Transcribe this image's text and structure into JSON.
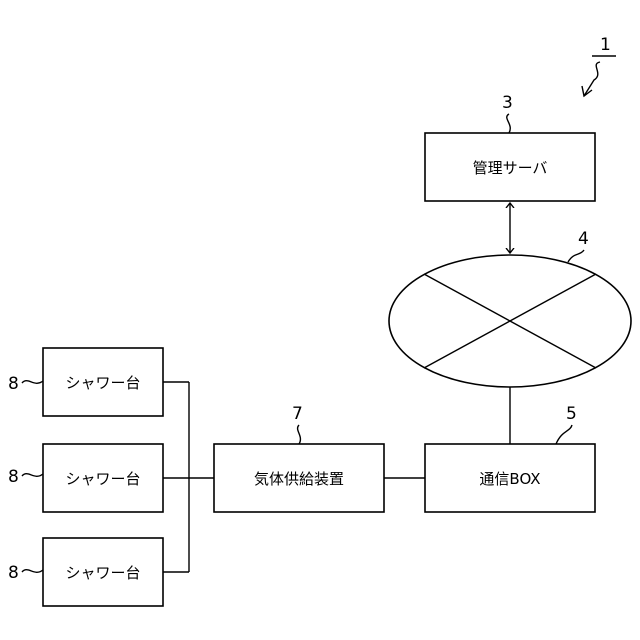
{
  "figure": {
    "ref_system": "1",
    "server": {
      "ref": "3",
      "label": "管理サーバ"
    },
    "network": {
      "ref": "4"
    },
    "comm_box": {
      "ref": "5",
      "label": "通信BOX"
    },
    "gas_supply": {
      "ref": "7",
      "label": "気体供給装置"
    },
    "showers": [
      {
        "ref": "8",
        "label": "シャワー台"
      },
      {
        "ref": "8",
        "label": "シャワー台"
      },
      {
        "ref": "8",
        "label": "シャワー台"
      }
    ]
  }
}
